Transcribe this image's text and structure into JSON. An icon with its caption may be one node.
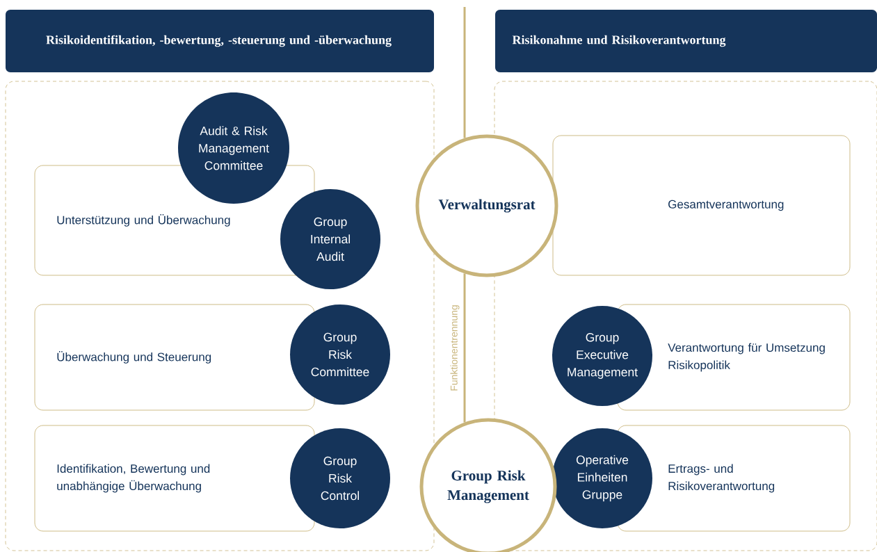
{
  "diagram": {
    "nodes": [
      {
        "text": [
          "Risikoidentifikation, -bewertung, -steuerung und -überwachung"
        ]
      },
      {
        "text": [
          "Risikonahme und Risikoverantwortung"
        ]
      },
      {
        "text": [],
        "shape": "box"
      },
      {
        "text": [],
        "shape": "box"
      },
      {
        "text": [
          "Unterstützung und Überwachung"
        ],
        "in": 2
      },
      {
        "text": [
          "Audit & Risk Management Committee"
        ],
        "in": 2
      },
      {
        "text": [
          "Group Internal Audit"
        ],
        "in": 2
      },
      {
        "text": [
          "Überwachung und Steuerung"
        ],
        "in": 2
      },
      {
        "text": [
          "Group Risk Committee"
        ],
        "in": 2
      },
      {
        "text": [
          "Identifikation, Bewertung und unabhängige Überwachung"
        ],
        "in": 2
      },
      {
        "text": [
          "Group Risk Control"
        ],
        "in": 2
      },
      {
        "text": [
          "Verwaltungsrat"
        ]
      },
      {
        "text": [
          "Gesamtverantwortung"
        ],
        "in": 3
      },
      {
        "text": [
          "Verantwortung für Umsetzung Risikopolitik"
        ],
        "in": 3
      },
      {
        "text": [
          "Group Executive Management"
        ],
        "in": 3
      },
      {
        "text": [
          "Ertrags- und Risikoverantwortung"
        ],
        "in": 3
      },
      {
        "text": [
          "Operative Einheiten Gruppe"
        ],
        "in": 3
      },
      {
        "text": [
          "Group Risk Management"
        ]
      }
    ],
    "edges": [
      {
        "from": 11,
        "to": 17,
        "arrow": "none",
        "label": "Funktionentrennung"
      }
    ]
  }
}
